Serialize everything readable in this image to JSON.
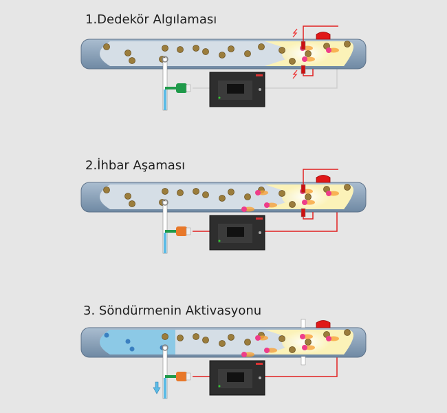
{
  "stages": [
    {
      "title": "1.Dedekör Algılaması",
      "alarm": false,
      "suppression": false
    },
    {
      "title": "2.İhbar Aşaması",
      "alarm": true,
      "suppression": false
    },
    {
      "title": "3. Söndürmenin Aktivasyonu",
      "alarm": true,
      "suppression": true
    }
  ],
  "colors": {
    "pipe": "#8fa7be",
    "pipe_inner": "#d5dee6",
    "particle": "#9b7d3c",
    "glow": "#fbf2b8",
    "wire_active": "#e02020",
    "wire_idle": "#cfcfcf",
    "detector_valve": "#1f9a4a",
    "actuator": "#e8782a",
    "panel": "#2e2e2e",
    "water": "#5bbbe6"
  }
}
